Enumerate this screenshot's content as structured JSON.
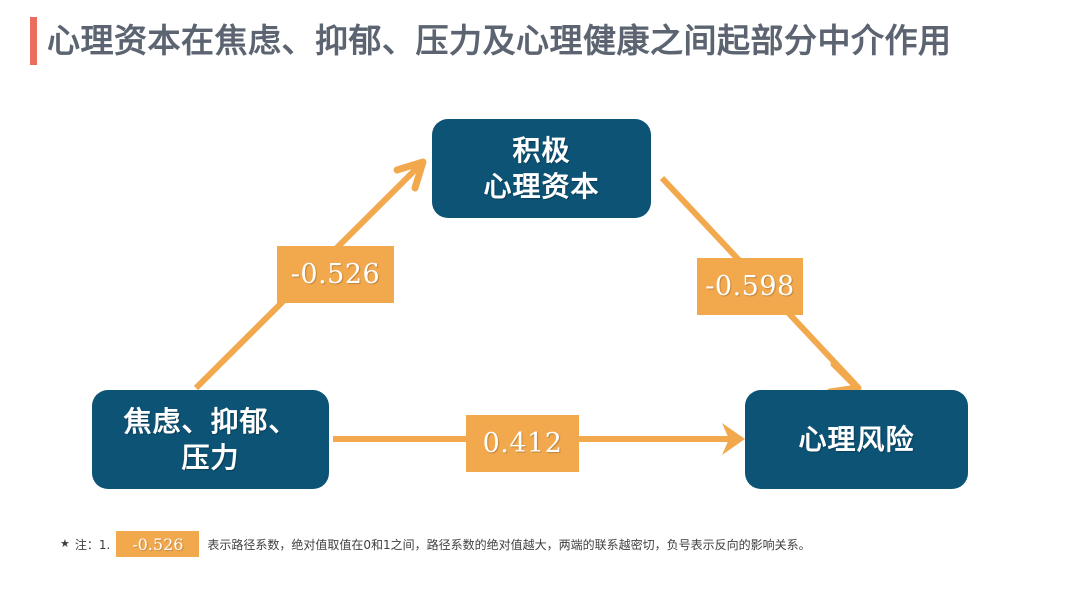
{
  "title": {
    "text": "心理资本在焦虑、抑郁、压力及心理健康之间起部分中介作用",
    "accent_color": "#ec6d5e",
    "text_color": "#5b6470"
  },
  "theme": {
    "node_color": "#0c5375",
    "label_color": "#f2a94e",
    "arrow_color": "#f2a94e",
    "background": "#ffffff"
  },
  "diagram": {
    "type": "path-model",
    "nodes": [
      {
        "id": "capital",
        "label_line1": "积极",
        "label_line2": "心理资本"
      },
      {
        "id": "stress",
        "label_line1": "焦虑、抑郁、",
        "label_line2": "压力"
      },
      {
        "id": "risk",
        "label_line1": "心理风险",
        "label_line2": ""
      }
    ],
    "edges": [
      {
        "id": "a",
        "from": "stress",
        "to": "capital",
        "coefficient": "-0.526"
      },
      {
        "id": "b",
        "from": "capital",
        "to": "risk",
        "coefficient": "-0.598"
      },
      {
        "id": "c",
        "from": "stress",
        "to": "risk",
        "coefficient": "0.412"
      }
    ]
  },
  "footnote": {
    "star": "★",
    "prefix": "注：1.",
    "chip_value": "-0.526",
    "text": "表示路径系数，绝对值取值在0和1之间，路径系数的绝对值越大，两端的联系越密切，负号表示反向的影响关系。"
  }
}
